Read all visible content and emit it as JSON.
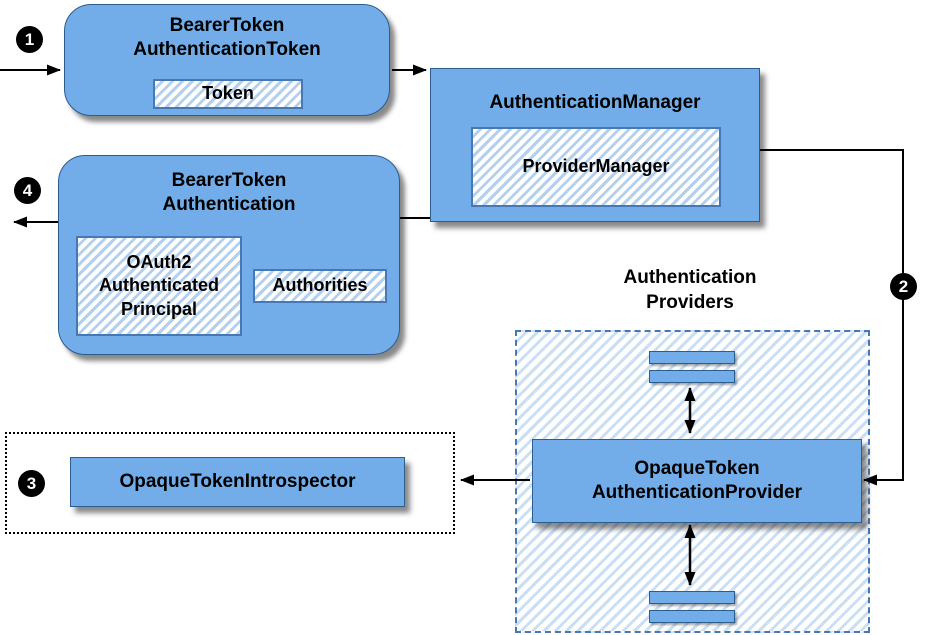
{
  "colors": {
    "node_fill": "#73ade9",
    "node_border": "#2b5d8f",
    "hatch_stripe": "#b5d0ec",
    "chip_border": "#4678b4",
    "arrow": "#000000",
    "badge_bg": "#000000",
    "badge_fg": "#ffffff"
  },
  "badges": {
    "one": "1",
    "two": "2",
    "three": "3",
    "four": "4"
  },
  "nodes": {
    "bearer_token_authentication_token": {
      "title": "BearerToken\nAuthenticationToken",
      "token": "Token"
    },
    "authentication_manager": {
      "title": "AuthenticationManager",
      "provider_manager": "ProviderManager"
    },
    "bearer_token_authentication": {
      "title": "BearerToken\nAuthentication",
      "principal": "OAuth2\nAuthenticated\nPrincipal",
      "authorities": "Authorities"
    },
    "providers_group": {
      "label": "Authentication\nProviders"
    },
    "opaque_token_authentication_provider": {
      "title": "OpaqueToken\nAuthenticationProvider"
    },
    "opaque_token_introspector": {
      "title": "OpaqueTokenIntrospector"
    }
  }
}
